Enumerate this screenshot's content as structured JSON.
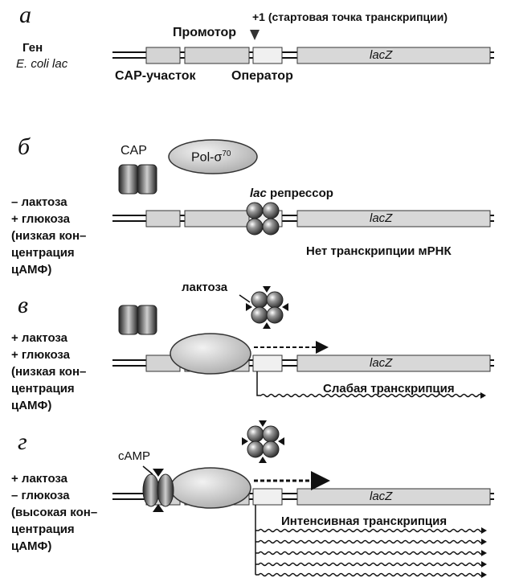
{
  "panels": {
    "a": {
      "letter": "а",
      "gene_line1": "Ген",
      "gene_line2": "E. coli lac",
      "promoter": "Промотор",
      "start_site": "+1 (стартовая точка транскрипции)",
      "cap_site": "CAP-участок",
      "operator": "Оператор",
      "gene_label": "lacZ"
    },
    "b": {
      "letter": "б",
      "cap": "CAP",
      "polymerase_prefix": "Pol-σ",
      "polymerase_sup": "70",
      "repressor_italic": "lac",
      "repressor_rest": " репрессор",
      "condition": [
        "– лактоза",
        "+ глюкоза",
        "(низкая кон–",
        "центрация",
        "цАМФ)"
      ],
      "gene_label": "lacZ",
      "result": "Нет транскрипции мРНК"
    },
    "c": {
      "letter": "в",
      "lactose": "лактоза",
      "condition": [
        "+ лактоза",
        "+ глюкоза",
        "(низкая кон–",
        "центрация",
        "цАМФ)"
      ],
      "gene_label": "lacZ",
      "result": "Слабая транскрипция"
    },
    "d": {
      "letter": "г",
      "camp": "cAMP",
      "condition": [
        "+ лактоза",
        "– глюкоза",
        "(высокая кон–",
        "центрация",
        "цАМФ)"
      ],
      "gene_label": "lacZ",
      "result": "Интенсивная транскрипция"
    }
  },
  "colors": {
    "dna_line": "#111111",
    "box_fill": "#d4d4d4",
    "operator_fill": "#f0f0f0",
    "protein_dark": "#3a3a3a",
    "polymerase_fill": "#c8c8c8"
  }
}
